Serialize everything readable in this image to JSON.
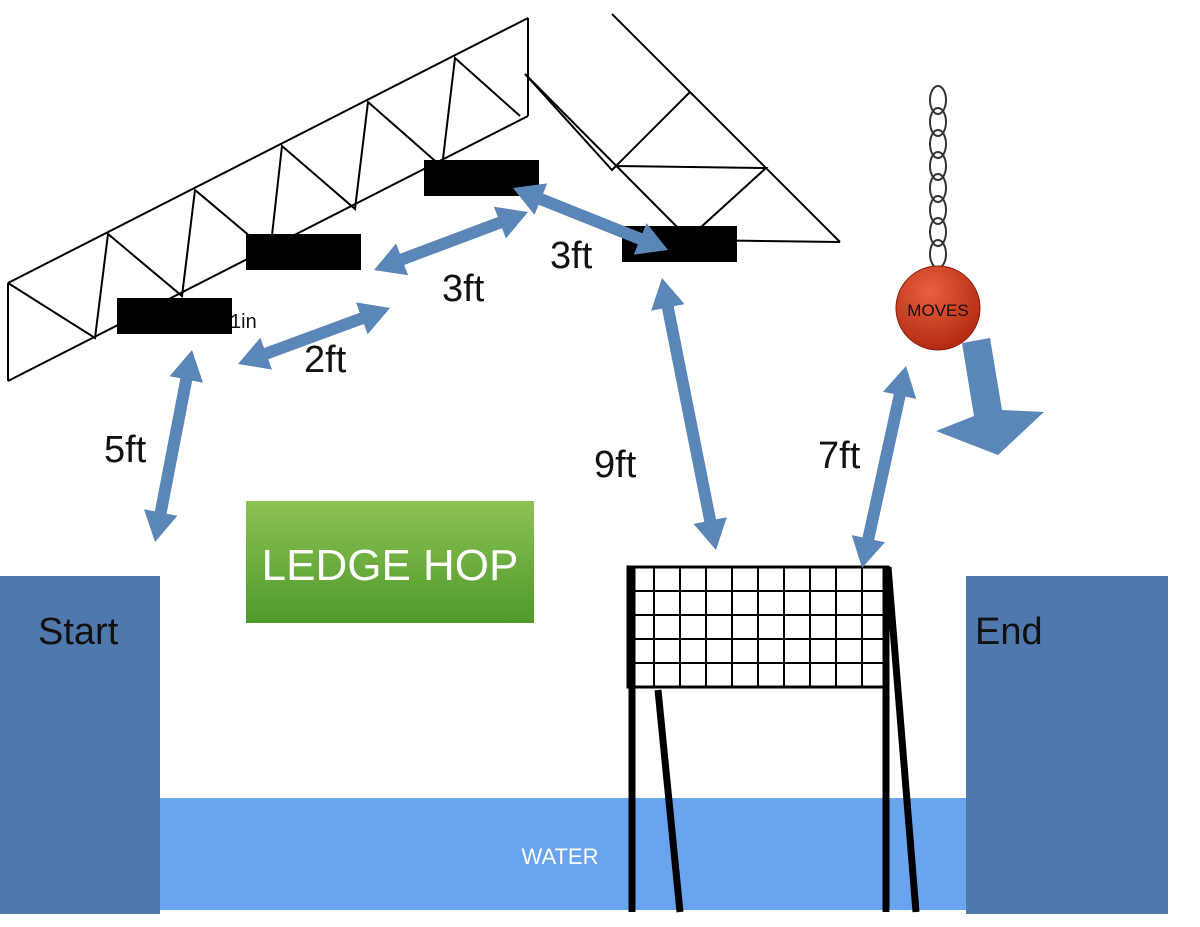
{
  "title_box": {
    "text": "LEDGE HOP",
    "color_top": "#8cc152",
    "color_bottom": "#4f9a2c"
  },
  "platforms": {
    "start_label": "Start",
    "end_label": "End",
    "color": "#4f79ad"
  },
  "water": {
    "label": "WATER",
    "color": "#6aa3ee"
  },
  "ball": {
    "label": "MOVES",
    "color": "#c9341a"
  },
  "arrow_color": "#5b86b8",
  "distances": {
    "start_to_ledge1": "5ft",
    "ledge1_to_ledge2": "2ft",
    "ledge1_thickness": "1in",
    "ledge2_to_ledge3": "3ft",
    "ledge3_to_ledge4": "3ft",
    "ledge4_to_net": "9ft",
    "net_to_ball": "7ft"
  }
}
